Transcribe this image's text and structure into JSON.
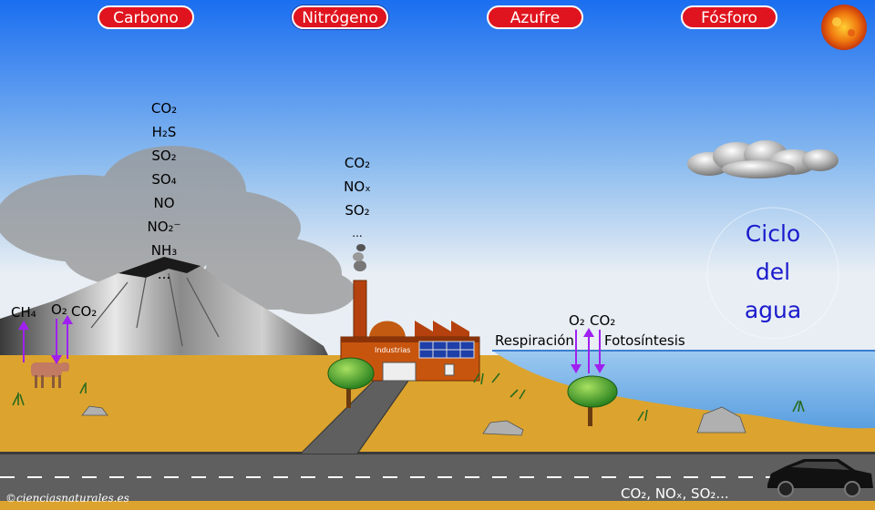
{
  "tabs": [
    {
      "label": "Carbono",
      "selected": false
    },
    {
      "label": "Nitrógeno",
      "selected": true
    },
    {
      "label": "Azufre",
      "selected": false
    },
    {
      "label": "Fósforo",
      "selected": false
    }
  ],
  "volcano_gases": [
    "CO₂",
    "H₂S",
    "SO₂",
    "SO₄",
    "NO",
    "NO₂⁻",
    "NH₃",
    "..."
  ],
  "factory_gases": [
    "CO₂",
    "NOₓ",
    "SO₂",
    "..."
  ],
  "factory_label": "Industrias",
  "animal_labels": {
    "methane": "CH₄",
    "o2": "O₂",
    "co2": "CO₂"
  },
  "tree_labels": {
    "o2": "O₂",
    "co2": "CO₂",
    "respiration": "Respiración",
    "photosynthesis": "Fotosíntesis"
  },
  "water_cycle": [
    "Ciclo",
    "del",
    "agua"
  ],
  "road_emissions": "CO₂, NOₓ, SO₂...",
  "credit": "©cienciasnaturales.es",
  "colors": {
    "tab_fill": "#e0141e",
    "tab_border": "#ffffff",
    "sky_top": "#1a6ef0",
    "sky_bottom": "#e8eef4",
    "ground": "#dca42e",
    "sea": "#79b6ea",
    "road": "#5f5f5f",
    "arrow": "#a020f0",
    "water_cycle_text": "#1a1acc"
  },
  "icons": [
    "sun-icon",
    "cloud-icon",
    "cow-icon",
    "car-icon",
    "tree-icon",
    "factory-icon",
    "volcano-icon"
  ]
}
